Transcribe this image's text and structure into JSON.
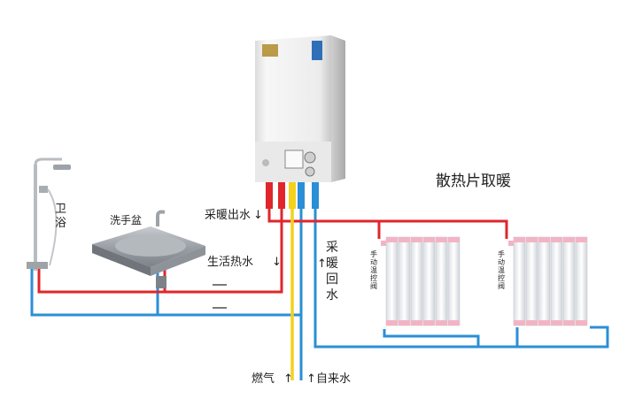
{
  "title": "散热片取暖",
  "labels": {
    "bathroom": "卫浴",
    "sink": "洗手盆",
    "heating_out": "采暖出水",
    "domestic_hot": "生活热水",
    "heating_return": "采暖回水",
    "gas": "燃气",
    "tap_water": "自来水",
    "valve": "手动温控阀"
  },
  "arrows": {
    "down": "↓",
    "up": "↑"
  },
  "colors": {
    "hot": "#e0262b",
    "cold": "#2a8fd6",
    "gas": "#f2d21c",
    "radiator": "#eef0f2",
    "radiator_cap": "#f2b4c4",
    "boiler": "#f1f1f1"
  }
}
